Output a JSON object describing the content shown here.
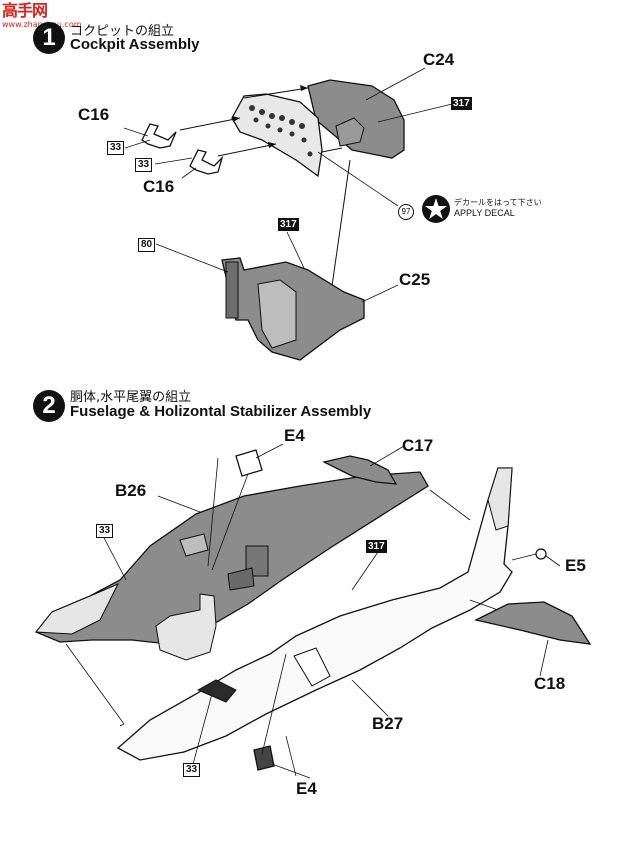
{
  "watermark": {
    "logo": "高手网",
    "url": "www.zhanshou.com"
  },
  "step1": {
    "number": "1",
    "title_jp": "コクピットの組立",
    "title_en": "Cockpit Assembly",
    "parts": [
      "C24",
      "C16",
      "C16",
      "C25"
    ],
    "paints": [
      "317",
      "33",
      "33",
      "317",
      "80"
    ],
    "decal_no": "97",
    "decal_jp": "デカールをはって下さい",
    "decal_en": "APPLY DECAL"
  },
  "step2": {
    "number": "2",
    "title_jp": "胴体,水平尾翼の組立",
    "title_en": "Fuselage & Holizontal Stabilizer Assembly",
    "parts": [
      "E4",
      "C17",
      "B26",
      "E5",
      "C18",
      "B27",
      "E4"
    ],
    "paints": [
      "33",
      "317",
      "33"
    ]
  },
  "colors": {
    "ink": "#111111",
    "part_fill": "#8c8c8c",
    "watermark": "#d8241e"
  }
}
